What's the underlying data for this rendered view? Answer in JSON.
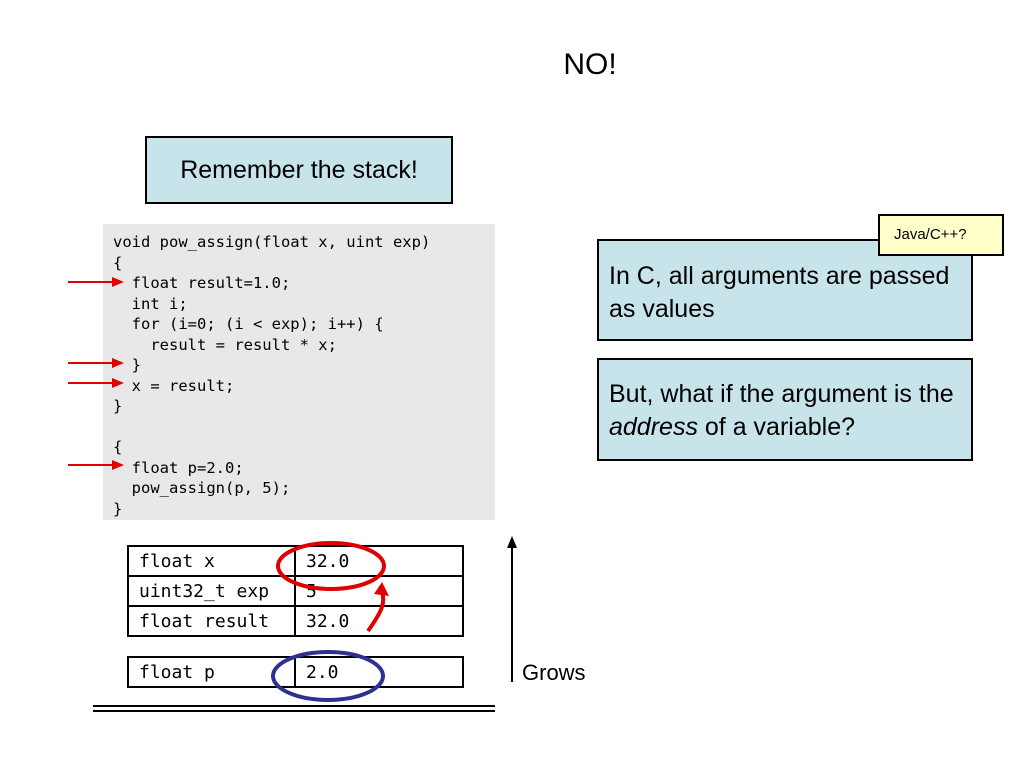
{
  "slide": {
    "title": "NO!",
    "remember": "Remember the stack!",
    "note": "Java/C++?",
    "info1": "In C, all arguments are passed as values",
    "info2": {
      "before": "But, what if the argument is the ",
      "emphasis": "address",
      "after": " of a variable?"
    },
    "grows_label": "Grows"
  },
  "code": [
    "void pow_assign(float x, uint exp)",
    "{",
    "  float result=1.0;",
    "  int i;",
    "  for (i=0; (i < exp); i++) {",
    "    result = result * x;",
    "  }",
    "  x = result;",
    "}",
    "",
    "{",
    "  float p=2.0;",
    "  pow_assign(p, 5);",
    "}"
  ],
  "stack_frame_callee": [
    {
      "name": "float x",
      "value": "32.0"
    },
    {
      "name": "uint32_t exp",
      "value": "5"
    },
    {
      "name": "float result",
      "value": "32.0"
    }
  ],
  "stack_frame_caller": [
    {
      "name": "float p",
      "value": "2.0"
    }
  ],
  "colors": {
    "box_fill": "#c6e4ea",
    "note_fill": "#ffffcc",
    "code_bg": "#e8e8e8",
    "arrow_red": "#e00000",
    "circle_red": "#e00000",
    "circle_blue": "#2e3192"
  }
}
